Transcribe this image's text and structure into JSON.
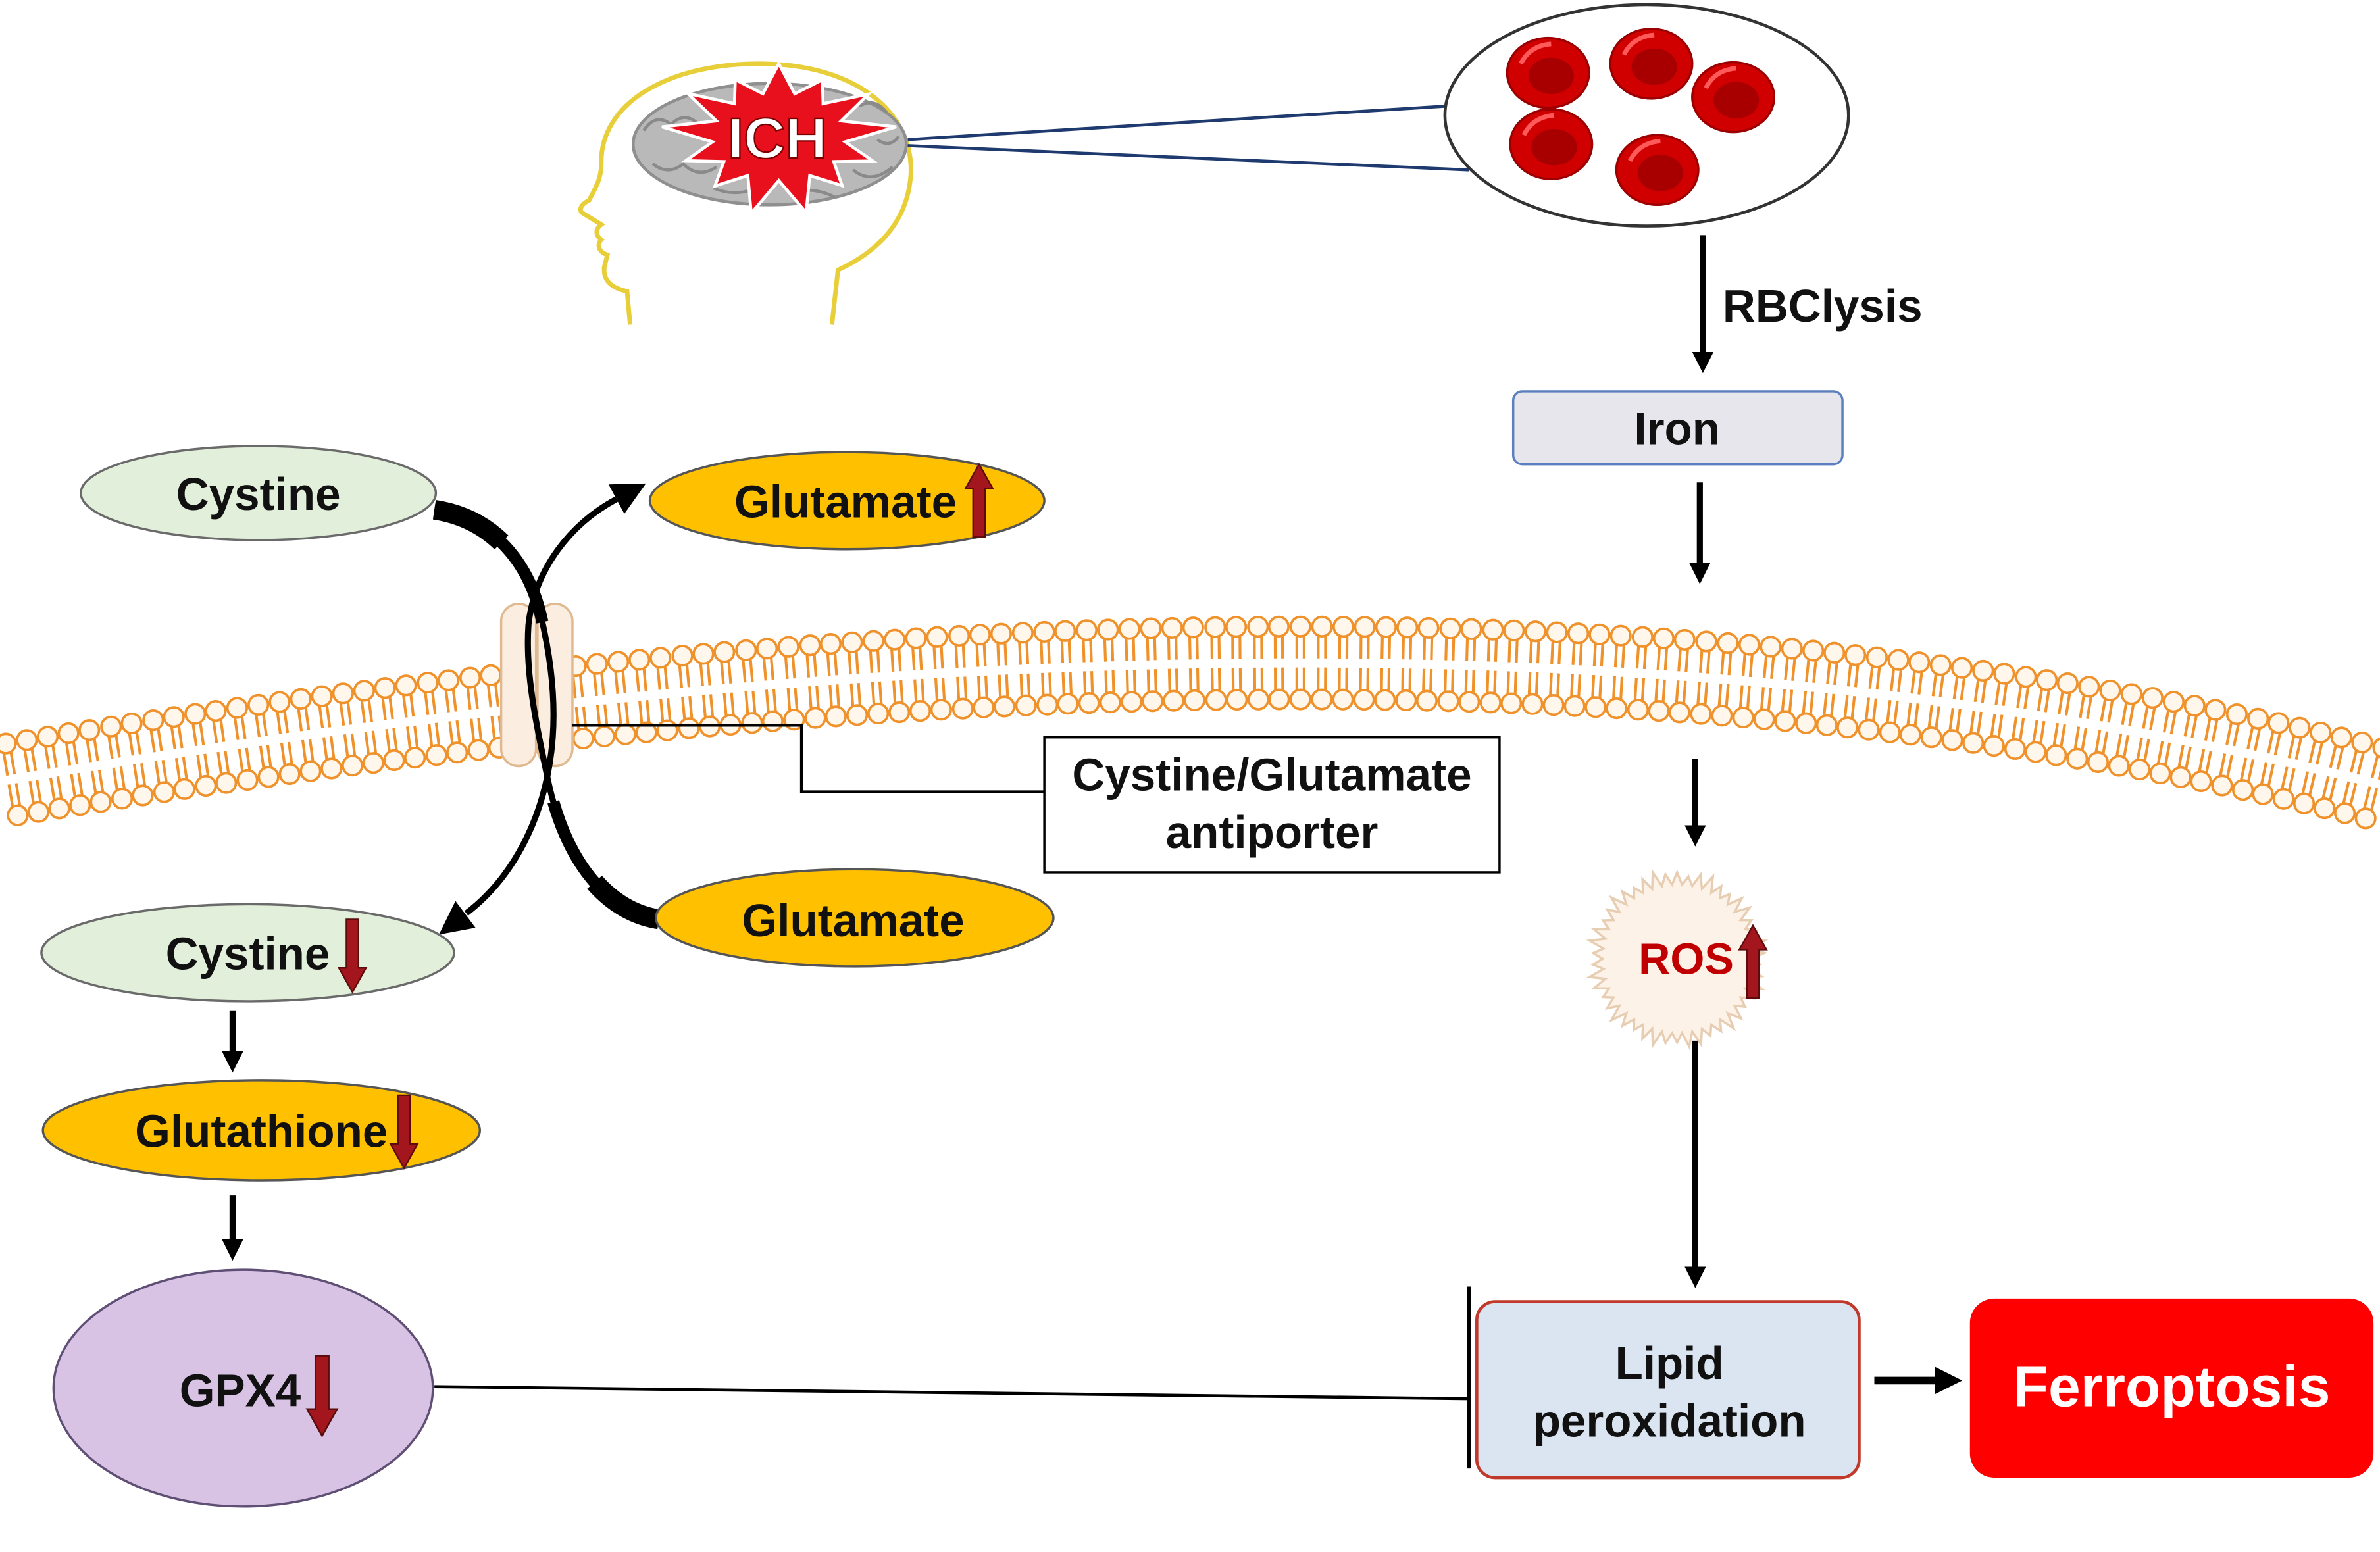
{
  "colors": {
    "ich": "#e8101c",
    "rbc": "#d10000",
    "iron_box": "#e6e6ec",
    "membrane": "#f0922b",
    "cystine": "#e2efda",
    "glutamate": "#ffc000",
    "glutathione": "#ffc000",
    "gpx4": "#d9c3e4",
    "ros": "#fdf2e8",
    "ros_text": "#c00000",
    "lipid_peroxidation": "#dbe5f1",
    "ferroptosis": "#ff0000",
    "indicator": "#a3161d"
  },
  "ich": {
    "label": "ICH"
  },
  "iron_pathway": {
    "rbclysis_label": "RBClysis",
    "iron_label": "Iron",
    "ros": {
      "label": "ROS",
      "indicator_icon": "up-arrow-icon"
    }
  },
  "antiporter": {
    "label_line1": "Cystine/Glutamate",
    "label_line2": "antiporter"
  },
  "extracellular": {
    "cystine": {
      "label": "Cystine"
    },
    "glutamate": {
      "label": "Glutamate",
      "indicator_icon": "up-arrow-icon"
    }
  },
  "intracellular": {
    "glutamate": {
      "label": "Glutamate"
    },
    "cystine": {
      "label": "Cystine",
      "indicator_icon": "down-arrow-icon"
    },
    "glutathione": {
      "label": "Glutathione",
      "indicator_icon": "down-arrow-icon"
    },
    "gpx4": {
      "label": "GPX4",
      "indicator_icon": "down-arrow-icon"
    }
  },
  "outcome": {
    "lipid_peroxidation_line1": "Lipid",
    "lipid_peroxidation_line2": "peroxidation",
    "ferroptosis_label": "Ferroptosis"
  }
}
